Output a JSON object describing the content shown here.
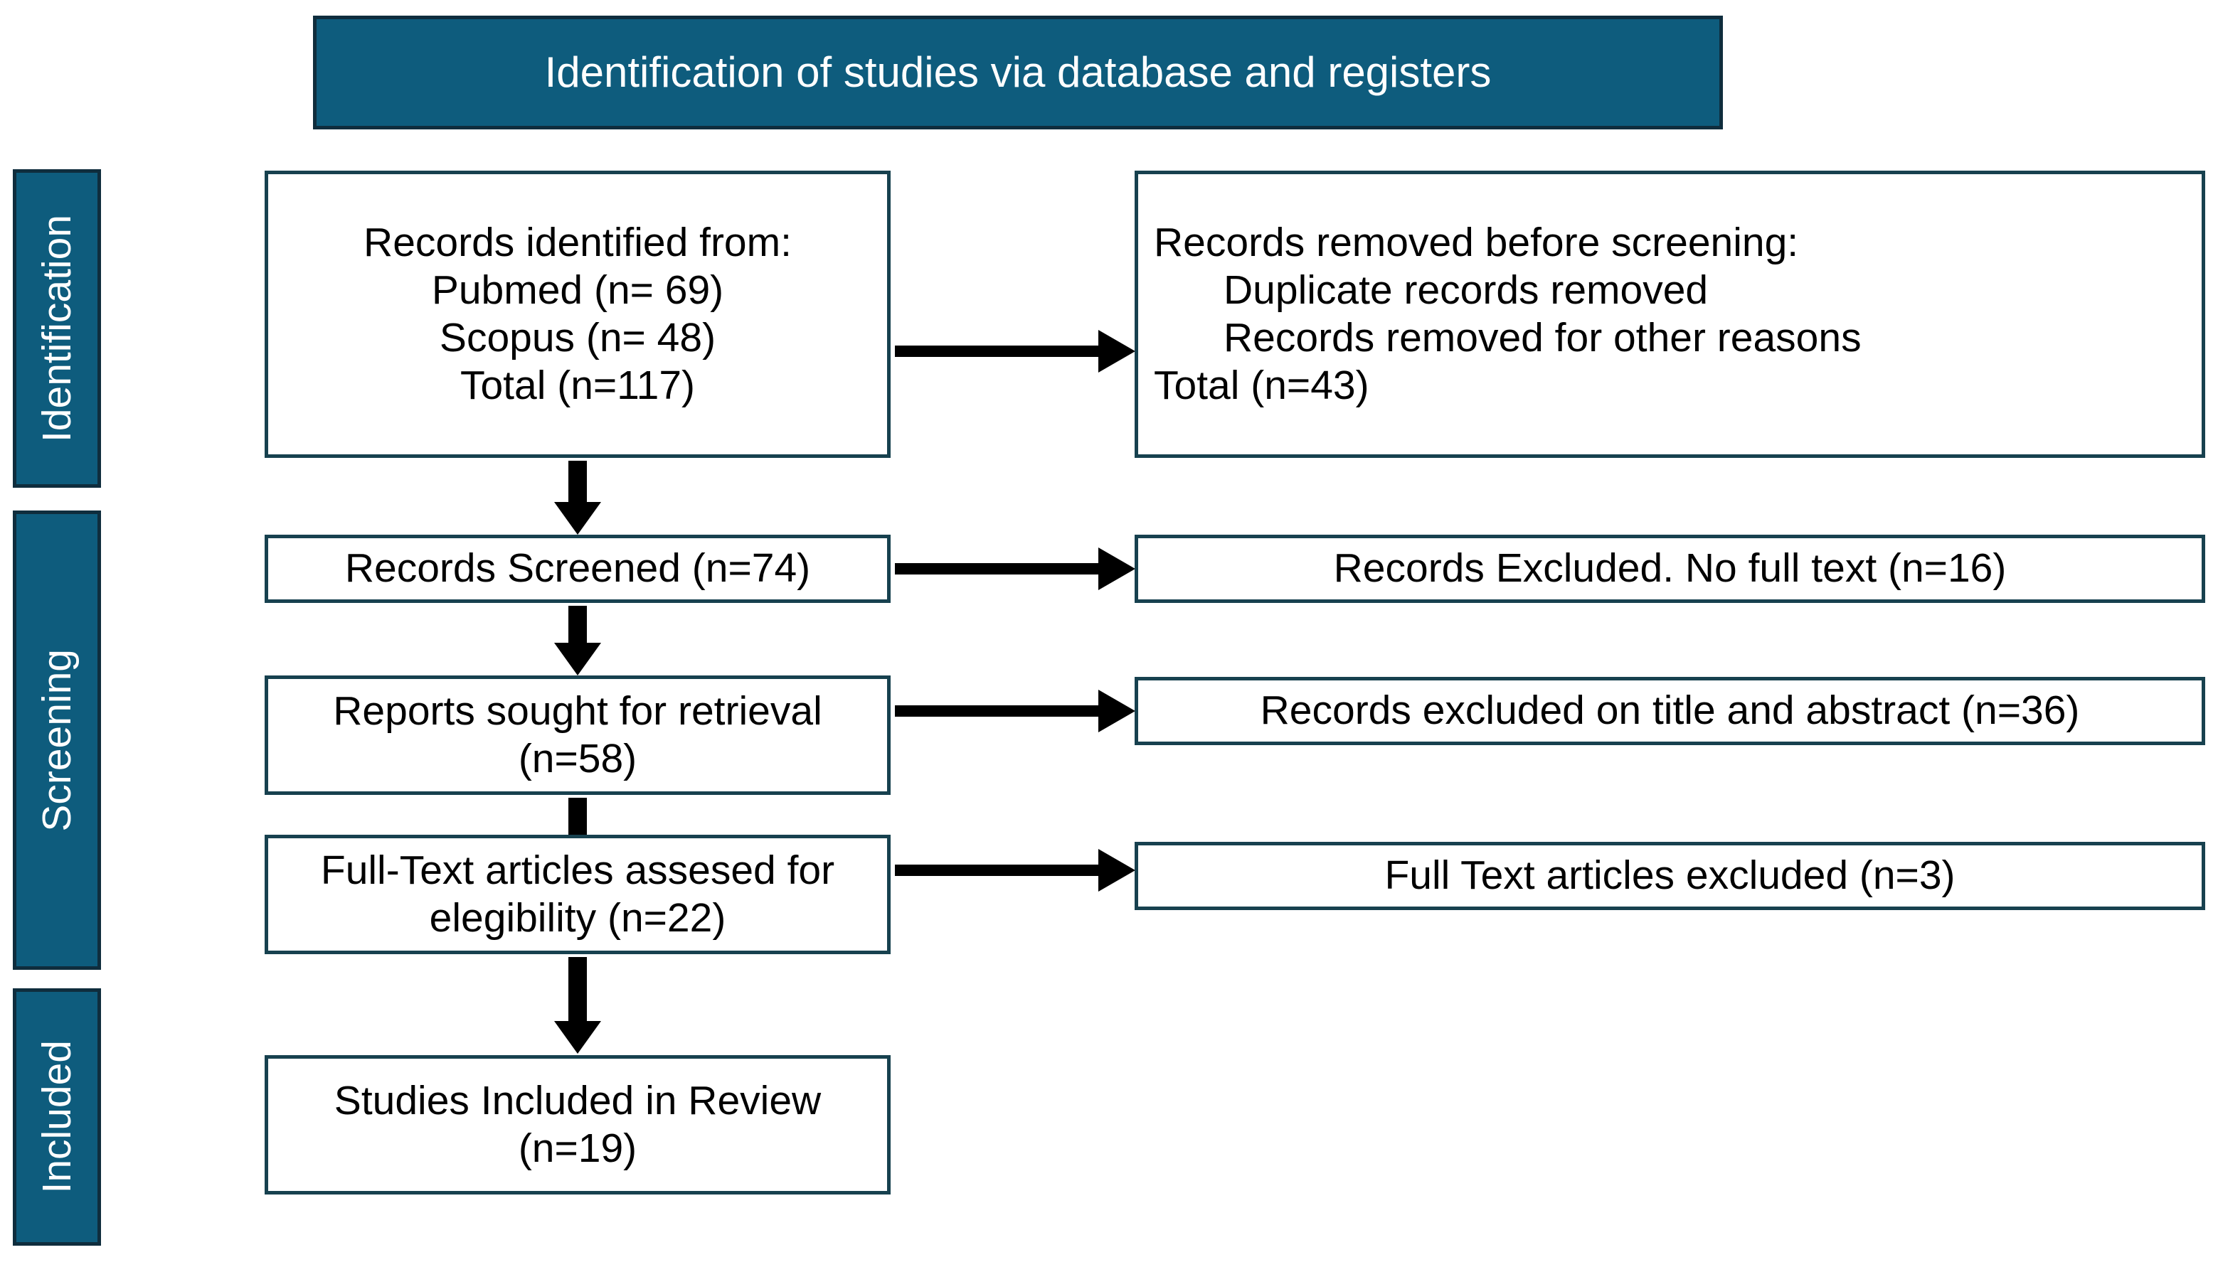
{
  "diagram": {
    "title": "Identification of studies via database and registers",
    "accent_color": "#0e5c7d",
    "accent_border_color": "#0f2d3d",
    "box_border_color": "#17414f",
    "arrow_color": "#000000"
  },
  "stages": [
    {
      "id": "identification",
      "label": "Identification"
    },
    {
      "id": "screening",
      "label": "Screening"
    },
    {
      "id": "included",
      "label": "Included"
    }
  ],
  "boxes": {
    "records_identified": {
      "lines": [
        "Records identified from:",
        "Pubmed (n= 69)",
        "Scopus (n= 48)",
        "Total (n=117)"
      ]
    },
    "records_removed": {
      "lines": [
        "Records removed before screening:",
        "Duplicate records removed",
        "Records removed for other reasons",
        "Total (n=43)"
      ]
    },
    "records_screened": {
      "lines": [
        "Records Screened (n=74)"
      ]
    },
    "records_excluded_no_full_text": {
      "lines": [
        "Records Excluded. No full text (n=16)"
      ]
    },
    "reports_sought": {
      "lines": [
        "Reports sought for retrieval",
        "(n=58)"
      ]
    },
    "records_excluded_title_abstract": {
      "lines": [
        "Records excluded on title and abstract (n=36)"
      ]
    },
    "full_text_assessed": {
      "lines": [
        "Full-Text articles assesed for",
        "elegibility (n=22)"
      ]
    },
    "full_text_excluded": {
      "lines": [
        "Full Text articles excluded (n=3)"
      ]
    },
    "studies_included": {
      "lines": [
        "Studies Included in Review",
        "(n=19)"
      ]
    }
  }
}
